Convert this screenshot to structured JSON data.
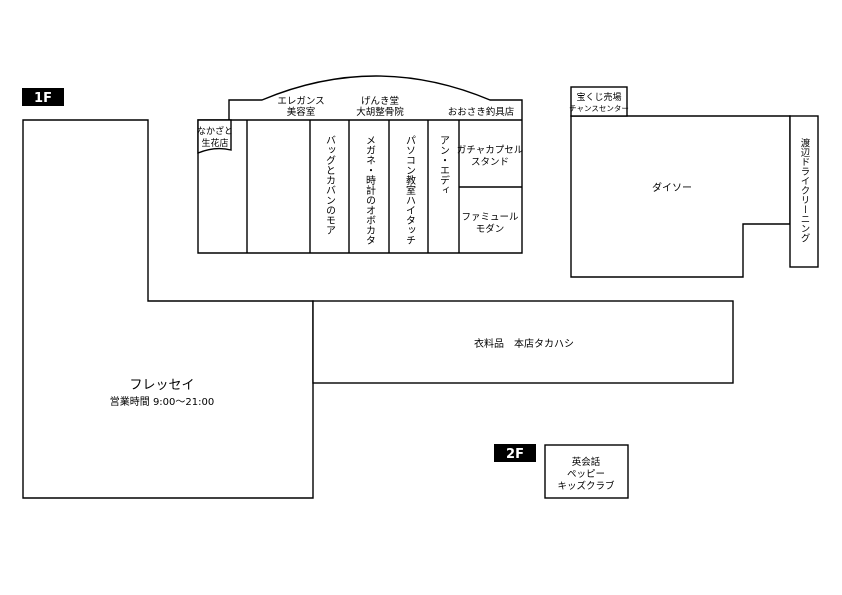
{
  "floors": {
    "f1": "1F",
    "f2": "2F"
  },
  "shops": {
    "nakazato": [
      "なかざと",
      "生花店"
    ],
    "elegance": [
      "エレガンス",
      "美容室"
    ],
    "genkido": [
      "げんき堂",
      "大胡整骨院"
    ],
    "oosaki": "おおさき釣具店",
    "bag": "バッグとカバンのモア",
    "megane": "メガネ・時計のオボカタ",
    "pasokon": "パソコン教室ハイタッチ",
    "anedi": "アン・エディ",
    "gacha": [
      "ガチャカプセル",
      "スタンド"
    ],
    "famimu": [
      "ファミュール",
      "モダン"
    ],
    "takarakuji": [
      "宝くじ売場",
      "チャンスセンター"
    ],
    "daiso": "ダイソー",
    "watanabe": "渡辺ドライクリーニング",
    "ifuku": "衣料品　本店タカハシ",
    "fressay": "フレッセイ",
    "fressay_hours": "営業時間 9:00～21:00",
    "eikaiwa": [
      "英会話",
      "ペッピー",
      "キッズクラブ"
    ]
  }
}
